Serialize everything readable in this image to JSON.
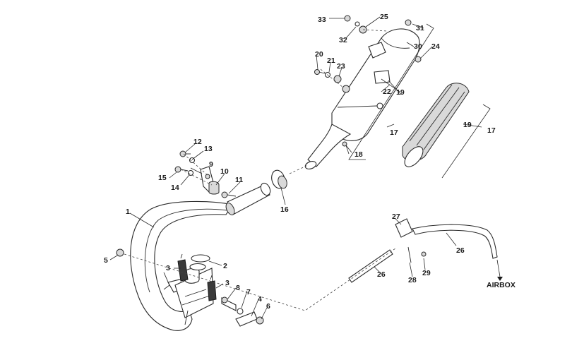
{
  "callouts": {
    "c1": "1",
    "c2": "2",
    "c3a": "3",
    "c3b": "3",
    "c4": "4",
    "c5": "5",
    "c6": "6",
    "c7": "7",
    "c8": "8",
    "c9": "9",
    "c10": "10",
    "c11": "11",
    "c12": "12",
    "c13": "13",
    "c14": "14",
    "c15": "15",
    "c16": "16",
    "c17a": "17",
    "c17b": "17",
    "c18": "18",
    "c19a": "19",
    "c19b": "19",
    "c20": "20",
    "c21": "21",
    "c22": "22",
    "c23": "23",
    "c24": "24",
    "c25": "25",
    "c26a": "26",
    "c26b": "26",
    "c27": "27",
    "c28": "28",
    "c29": "29",
    "c30": "30",
    "c31": "31",
    "c32": "32",
    "c33": "33"
  },
  "airbox_label": "AIRBOX"
}
